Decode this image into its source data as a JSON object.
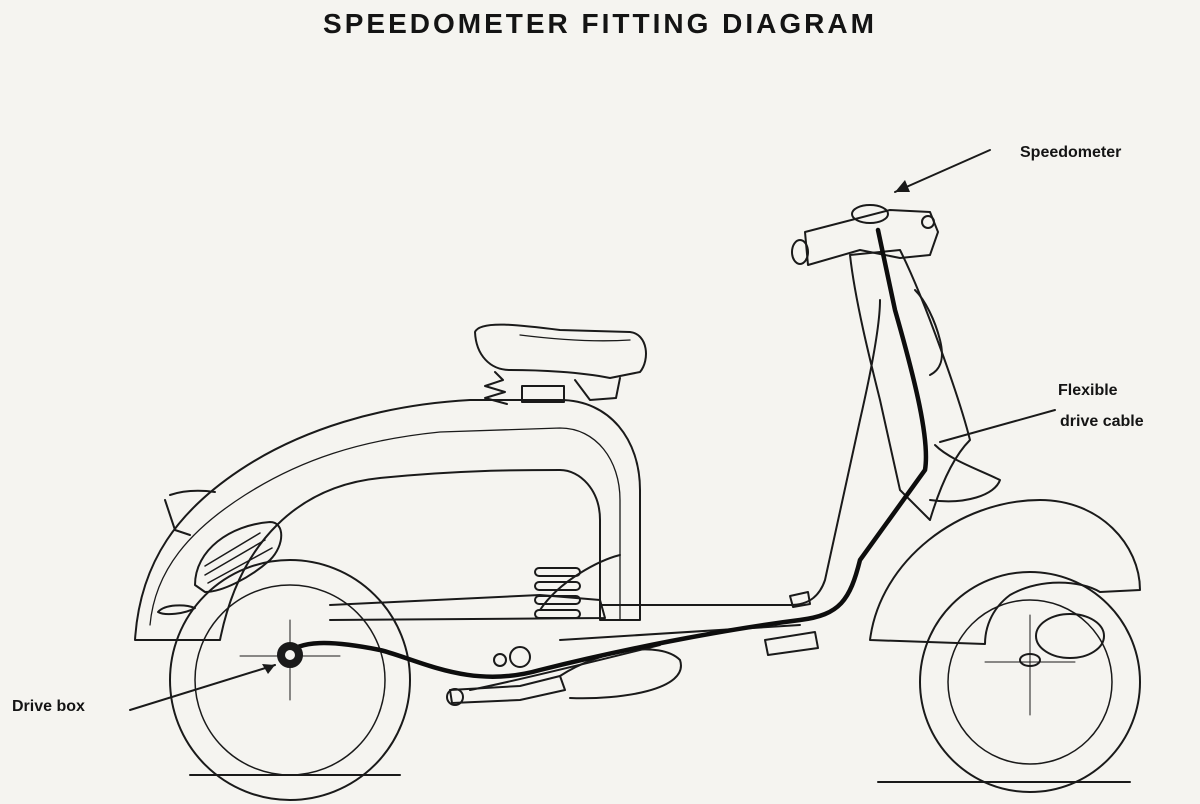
{
  "title": "SPEEDOMETER FITTING DIAGRAM",
  "labels": {
    "speedometer": "Speedometer",
    "flexible_cable_line1": "Flexible",
    "flexible_cable_line2": "drive cable",
    "drive_box": "Drive box"
  }
}
